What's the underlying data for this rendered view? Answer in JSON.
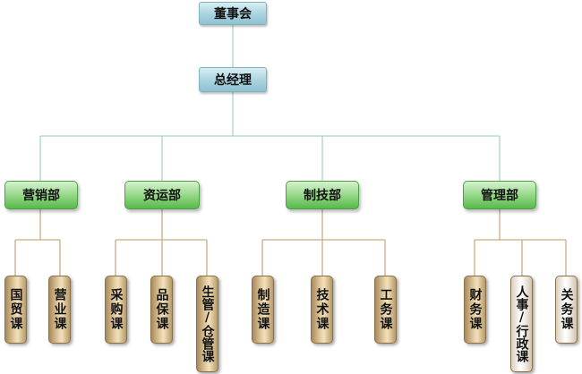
{
  "board": "董事会",
  "gm": "总经理",
  "departments": [
    {
      "name": "营销部",
      "sections": [
        "国贸课",
        "营业课"
      ]
    },
    {
      "name": "资运部",
      "sections": [
        "采购课",
        "品保课",
        "生管/仓管课"
      ]
    },
    {
      "name": "制技部",
      "sections": [
        "制造课",
        "技术课",
        "工务课"
      ]
    },
    {
      "name": "管理部",
      "sections": [
        "财务课",
        "人事/行政课",
        "关务课"
      ]
    }
  ],
  "colors": {
    "board_box": "#a9d3df",
    "department_box": "#6fc262",
    "section_box": "#e6cfa5",
    "top_connector": "#a7d7bf",
    "bottom_connector": "#c8ad84"
  }
}
